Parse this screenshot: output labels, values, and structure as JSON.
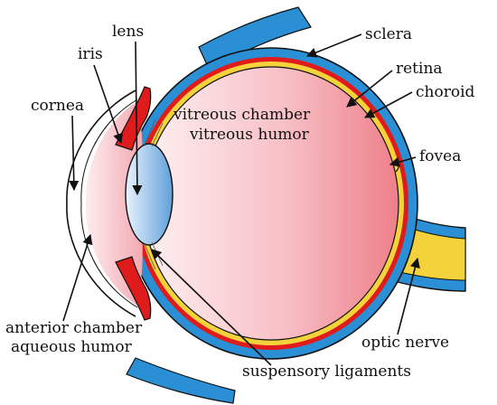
{
  "labels": {
    "lens": "lens",
    "iris": "iris",
    "cornea": "cornea",
    "sclera": "sclera",
    "retina": "retina",
    "choroid": "choroid",
    "fovea": "fovea",
    "vitreous_chamber": "vitreous chamber",
    "vitreous_humor": "vitreous humor",
    "anterior_chamber": "anterior chamber",
    "aqueous_humor": "aqueous humor",
    "optic_nerve": "optic nerve",
    "suspensory_ligaments": "suspensory ligaments"
  },
  "colors": {
    "sclera": "#2a8fd4",
    "choroid": "#e01b1b",
    "retina": "#f4d23c",
    "vitreous_light": "#fbe3e6",
    "vitreous_dark": "#f08a94",
    "lens": "#7fb6e6",
    "optic_nerve": "#f4d23c",
    "outline": "#111111"
  }
}
